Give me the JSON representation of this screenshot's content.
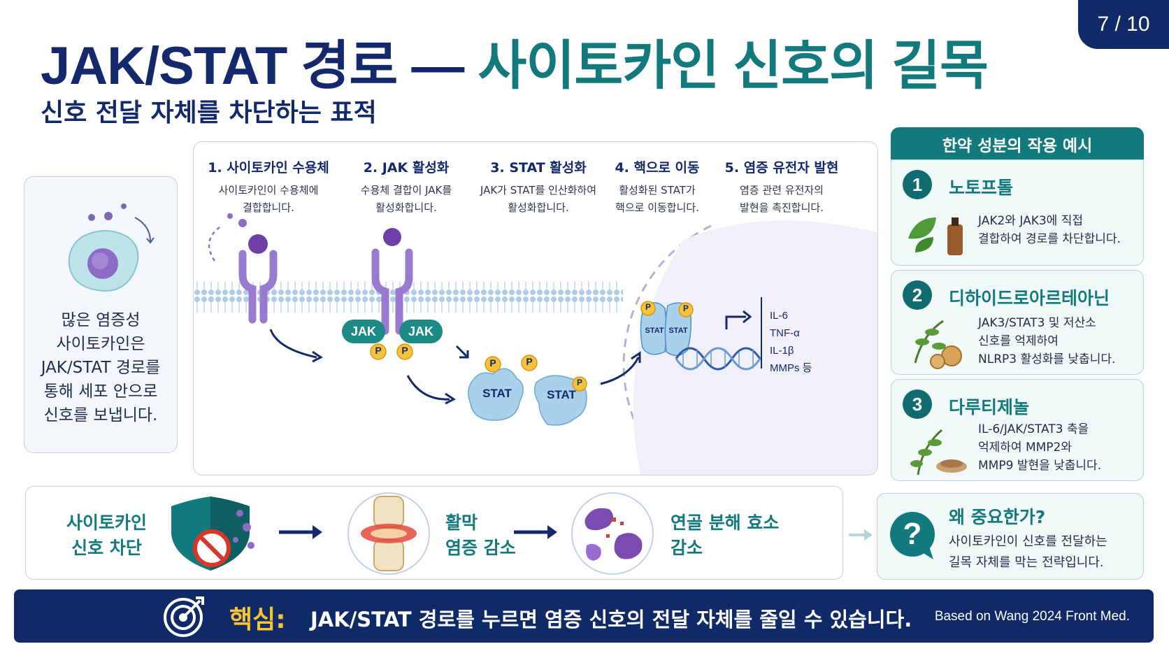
{
  "page_indicator": "7 / 10",
  "title": {
    "part1": "JAK/STAT 경로 — ",
    "part2": "사이토카인 신호의 길목"
  },
  "subtitle": "신호 전달 자체를 차단하는 표적",
  "left_card": {
    "lines": [
      "많은 염증성",
      "사이토카인은",
      "JAK/STAT 경로를",
      "통해 세포 안으로",
      "신호를 보냅니다."
    ]
  },
  "steps": [
    {
      "title": "1. 사이토카인 수용체",
      "desc": [
        "사이토카인이 수용체에",
        "결합합니다."
      ]
    },
    {
      "title": "2. JAK 활성화",
      "desc": [
        "수용체 결합이 JAK를",
        "활성화합니다."
      ]
    },
    {
      "title": "3. STAT 활성화",
      "desc": [
        "JAK가 STAT를 인산화하여",
        "활성화합니다."
      ]
    },
    {
      "title": "4. 핵으로 이동",
      "desc": [
        "활성화된 STAT가",
        "핵으로 이동합니다."
      ]
    },
    {
      "title": "5. 염증 유전자 발현",
      "desc": [
        "염증 관련 유전자의",
        "발현을 촉진합니다."
      ]
    }
  ],
  "diagram_labels": {
    "jak": "JAK",
    "stat": "STAT",
    "phospho": "P",
    "genes": [
      "IL-6",
      "TNF-α",
      "IL-1β",
      "MMPs 등"
    ]
  },
  "herbal": {
    "header": "한약 성분의 작용 예시",
    "items": [
      {
        "num": "1",
        "name": "노토프톨",
        "desc": [
          "JAK2와 JAK3에 직접",
          "결합하여 경로를 차단합니다."
        ]
      },
      {
        "num": "2",
        "name": "디하이드로아르테아닌",
        "desc": [
          "JAK3/STAT3 및 저산소",
          "신호를 억제하여",
          "NLRP3 활성화를 낮춥니다."
        ]
      },
      {
        "num": "3",
        "name": "다루티제놀",
        "desc": [
          "IL-6/JAK/STAT3 축을",
          "억제하여 MMP2와",
          "MMP9 발현을 낮춥니다."
        ]
      }
    ]
  },
  "flow": {
    "step1": [
      "사이토카인",
      "신호 차단"
    ],
    "step2": [
      "활막",
      "염증 감소"
    ],
    "step3": [
      "연골 분해 효소",
      "감소"
    ]
  },
  "why": {
    "title": "왜 중요한가?",
    "desc": [
      "사이토카인이 신호를 전달하는",
      "길목 자체를 막는 전략입니다."
    ],
    "icon_glyph": "?"
  },
  "footer": {
    "key_label": "핵심:",
    "message": "JAK/STAT 경로를 누르면 염증 신호의 전달 자체를 줄일 수 있습니다.",
    "source": "Based on Wang 2024 Front Med."
  },
  "colors": {
    "navy": "#14296b",
    "teal": "#127a7c",
    "gold": "#f7c531",
    "purple": "#7b5bb0"
  }
}
